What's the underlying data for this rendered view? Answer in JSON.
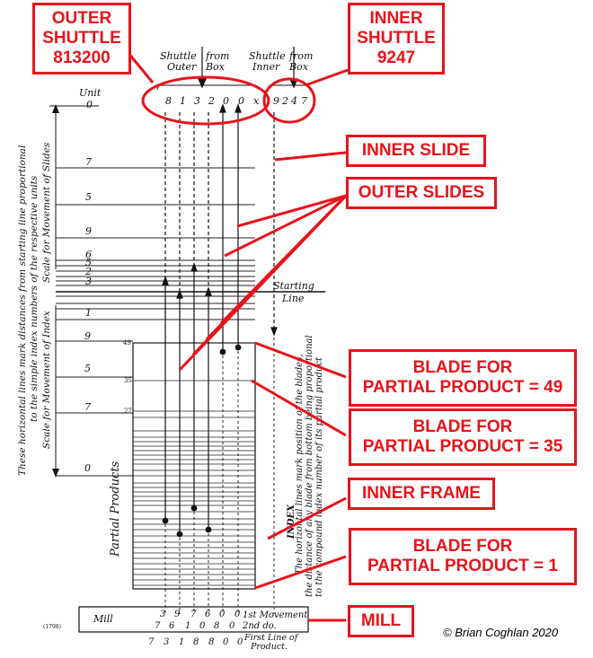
{
  "header": {
    "shuttle_outer_label": [
      "Shuttle",
      "Outer"
    ],
    "shuttle_from_box_1": [
      "from",
      "Box"
    ],
    "shuttle_inner_label": [
      "Shuttle",
      "Inner"
    ],
    "shuttle_from_box_2": [
      "from",
      "Box"
    ],
    "unit_label": [
      "Unit",
      "0"
    ],
    "outer_digits": [
      "8",
      "1",
      "3",
      "2",
      "0",
      "0",
      "x"
    ],
    "inner_digits": [
      "9",
      "2",
      "4",
      "7"
    ]
  },
  "scale_slides": {
    "index_values": [
      "7",
      "5",
      "9",
      "6",
      "5",
      "2",
      "3",
      "1"
    ],
    "rotated_text_1": "These horizontal lines mark distances from starting line proportional",
    "rotated_text_2": "to the simple index numbers of the respective units",
    "title": "Scale for Movement of Slides"
  },
  "scale_index": {
    "index_values": [
      "9",
      "5",
      "7",
      "0"
    ],
    "title": "Scale for Movement of Index"
  },
  "starting_line": [
    "Starting",
    "Line"
  ],
  "partial_products": {
    "label": "Partial Products",
    "top_marks": [
      "49",
      "35",
      "27"
    ]
  },
  "index_block": {
    "title": "INDEX",
    "text_1": "The horizontal lines mark position of the blades,",
    "text_2": "the distance of any blade from bottom being proportional",
    "text_3": "to the compound index number of its partial product"
  },
  "mill": {
    "label": "Mill",
    "first_row": [
      "3",
      "9",
      "7",
      "6",
      "0",
      "0"
    ],
    "second_row": [
      "7",
      "6",
      "1",
      "0",
      "8",
      "0"
    ],
    "movement_1": "1st Movement",
    "movement_2": "2nd  do.",
    "bottom_digits": [
      "7",
      "3",
      "1",
      "8",
      "8",
      "0",
      "0"
    ],
    "first_line_1": "First Line of",
    "first_line_2": "Product.",
    "corner_note": "(1798)"
  },
  "annotations": {
    "outer_shuttle": [
      "OUTER",
      "SHUTTLE",
      "813200"
    ],
    "inner_shuttle": [
      "INNER",
      "SHUTTLE",
      "9247"
    ],
    "inner_slide": [
      "INNER SLIDE"
    ],
    "outer_slides": [
      "OUTER SLIDES"
    ],
    "blade_49": [
      "BLADE FOR",
      "PARTIAL PRODUCT = 49"
    ],
    "blade_35": [
      "BLADE FOR",
      "PARTIAL PRODUCT = 35"
    ],
    "inner_frame": [
      "INNER FRAME"
    ],
    "blade_1": [
      "BLADE FOR",
      "PARTIAL PRODUCT = 1"
    ],
    "mill": [
      "MILL"
    ]
  },
  "copyright": "© Brian Coghlan 2020",
  "colors": {
    "annotation": "#e8131b",
    "ink": "#111111"
  }
}
